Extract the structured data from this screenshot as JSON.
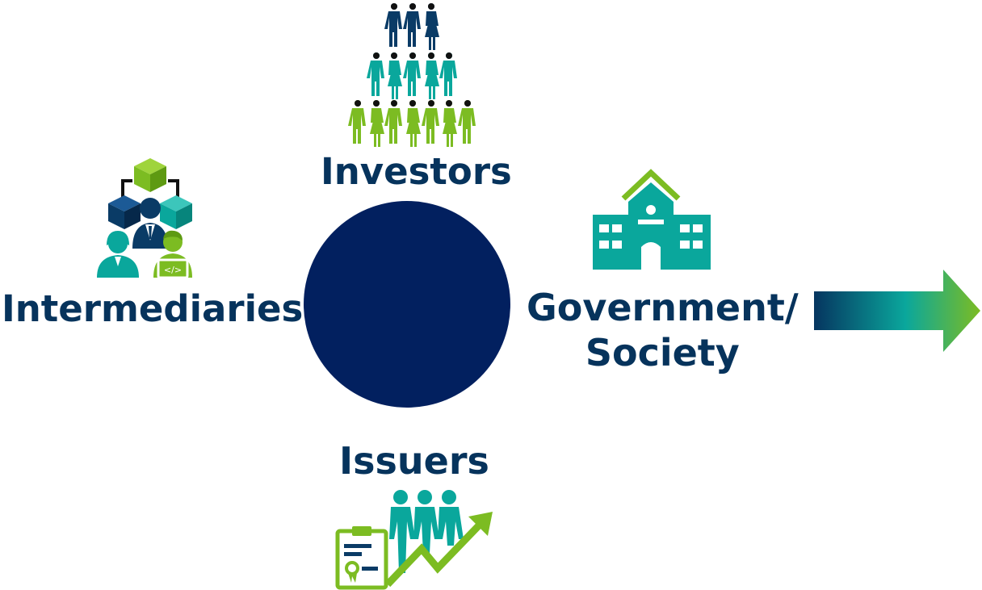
{
  "labels": {
    "investors": "Investors",
    "intermediaries": "Intermediaries",
    "issuers": "Issuers",
    "government_line1": "Government/",
    "government_line2": "Society"
  },
  "icons": {
    "investors": "people-pyramid-icon",
    "intermediaries": "business-network-icon",
    "government": "government-building-icon",
    "issuers": "document-growth-icon",
    "arrow": "gradient-arrow-icon"
  },
  "colors": {
    "navy": "#06335c",
    "circle": "#02205f",
    "teal": "#0aa79c",
    "green": "#7cbc22",
    "dark_blue": "#0a3b66"
  }
}
